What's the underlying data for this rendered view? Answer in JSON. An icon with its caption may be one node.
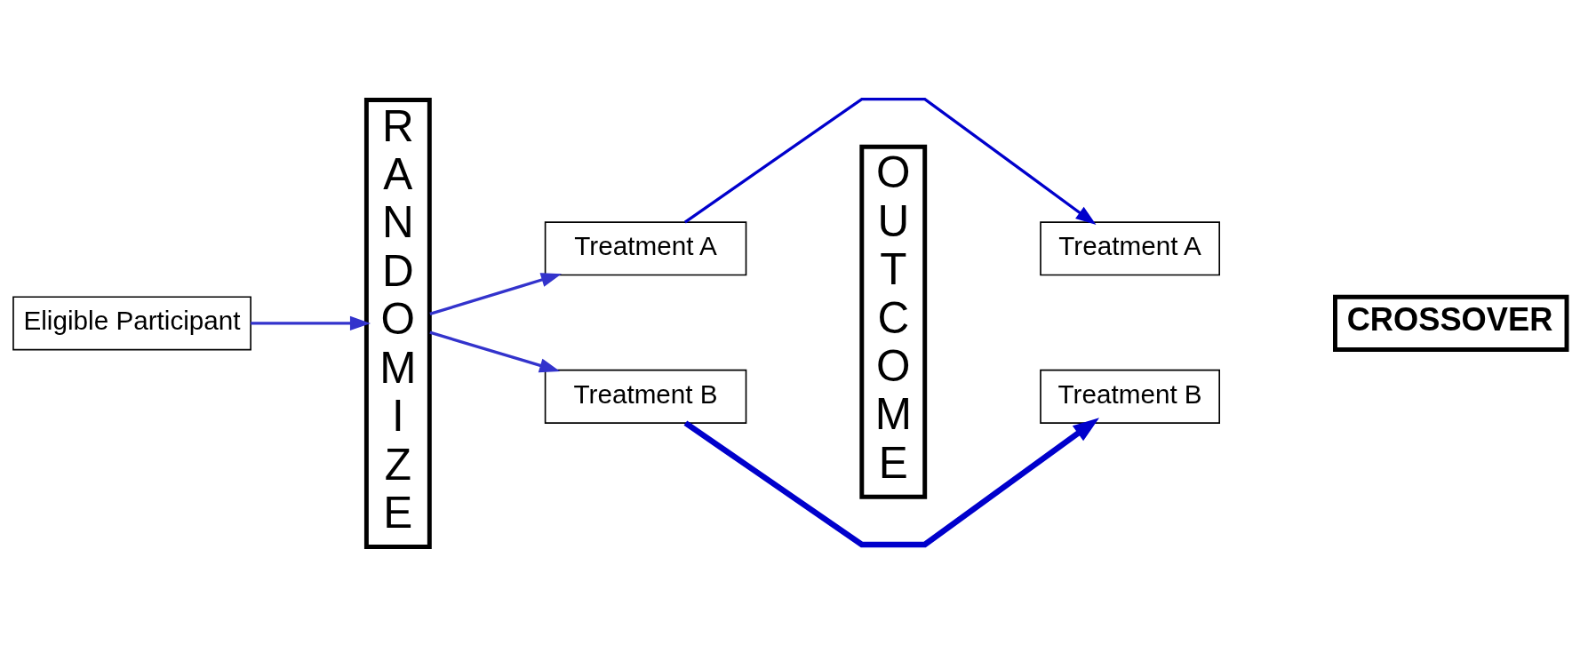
{
  "diagram": {
    "nodes": [
      {
        "text": [
          "Eligible Participant"
        ]
      },
      {
        "text": [
          "RANDOMIZE"
        ]
      },
      {
        "text": [
          "Treatment A"
        ]
      },
      {
        "text": [
          "Treatment B"
        ]
      },
      {
        "text": [
          "OUTCOME"
        ]
      },
      {
        "text": [
          "Treatment B"
        ]
      },
      {
        "text": [
          "CROSSOVER"
        ]
      },
      {
        "text": [
          "Treatment A"
        ]
      }
    ],
    "edges": [
      {
        "from": 0,
        "to": 1,
        "arrow": "to"
      },
      {
        "from": 1,
        "to": 2,
        "arrow": "to"
      },
      {
        "from": 1,
        "to": 3,
        "arrow": "to"
      },
      {
        "from": 2,
        "to": 7,
        "arrow": "to",
        "color": "#0000cc"
      },
      {
        "from": 3,
        "to": 5,
        "arrow": "to",
        "style": "thick",
        "color": "#0000cc"
      }
    ]
  }
}
